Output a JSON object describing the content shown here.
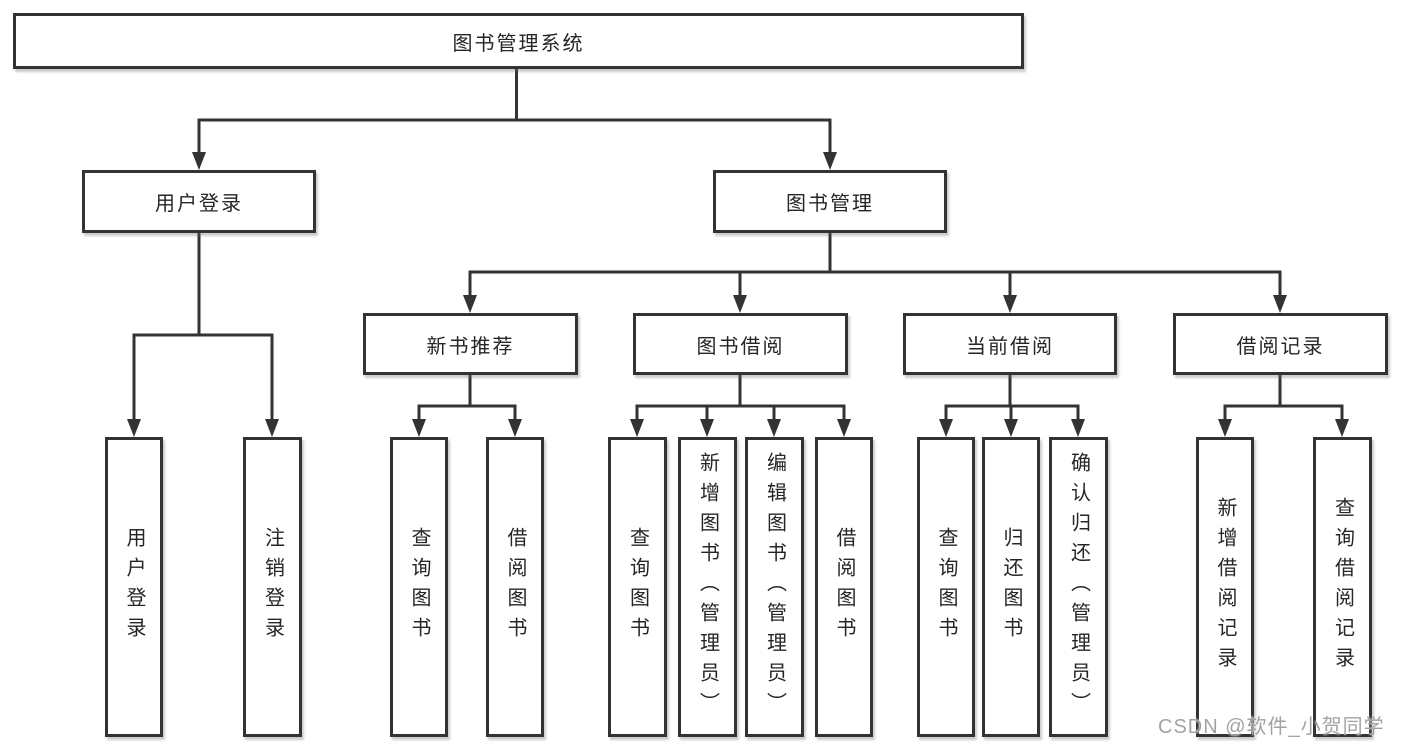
{
  "colors": {
    "line": "#333333",
    "box_border": "#333333",
    "box_fill": "#ffffff",
    "text": "#262626",
    "watermark": "#a2a2a2",
    "background": "#ffffff"
  },
  "diagram": {
    "root": {
      "label": "图书管理系统"
    },
    "level2": {
      "user_login": {
        "label": "用户登录"
      },
      "book_management": {
        "label": "图书管理"
      }
    },
    "level3": {
      "new_book_recommend": {
        "label": "新书推荐"
      },
      "book_borrowing": {
        "label": "图书借阅"
      },
      "current_borrowing": {
        "label": "当前借阅"
      },
      "borrowing_records": {
        "label": "借阅记录"
      }
    },
    "leaves": {
      "user_login": {
        "label": "用户登录"
      },
      "logout": {
        "label": "注销登录"
      },
      "query_books_1": {
        "label": "查询图书"
      },
      "borrow_books_1": {
        "label": "借阅图书"
      },
      "query_books_2": {
        "label": "查询图书"
      },
      "add_books_admin": {
        "label": "新增图书（管理员）"
      },
      "edit_books_admin": {
        "label": "编辑图书（管理员）"
      },
      "borrow_books_2": {
        "label": "借阅图书"
      },
      "query_books_3": {
        "label": "查询图书"
      },
      "return_books": {
        "label": "归还图书"
      },
      "confirm_return_admin": {
        "label": "确认归还（管理员）"
      },
      "add_borrow_record": {
        "label": "新增借阅记录"
      },
      "query_borrow_record": {
        "label": "查询借阅记录"
      }
    }
  },
  "watermark": {
    "text": "CSDN @软件_小贺同学"
  }
}
